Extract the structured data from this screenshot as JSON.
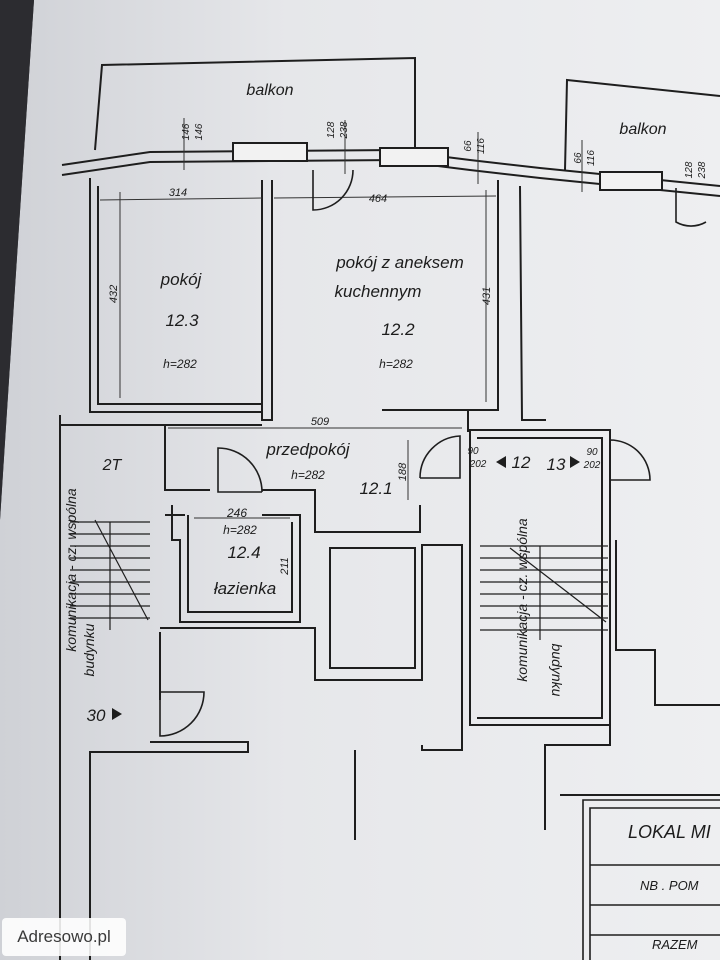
{
  "plan": {
    "balcony_left": "balkon",
    "balcony_right": "balkon",
    "room_12_3": {
      "name": "pokój",
      "number": "12.3",
      "height": "h=282",
      "dim_top": "314",
      "dim_side": "432"
    },
    "room_12_2": {
      "name_line1": "pokój z aneksem",
      "name_line2": "kuchennym",
      "number": "12.2",
      "height": "h=282",
      "dim_top": "464",
      "dim_side": "431"
    },
    "room_12_1": {
      "name": "przedpokój",
      "number": "12.1",
      "height": "h=282",
      "dim_top": "509",
      "dim_side": "188"
    },
    "room_12_4": {
      "name": "łazienka",
      "number": "12.4",
      "height": "h=282",
      "dim_top": "246",
      "dim_side": "211"
    },
    "window_dims": {
      "w1a": "146",
      "w1b": "146",
      "w2a": "128",
      "w2b": "238",
      "w3a": "66",
      "w3b": "116",
      "w4a": "66",
      "w4b": "116",
      "w5a": "128",
      "w5b": "238"
    },
    "door_12": {
      "width": "90",
      "height": "202",
      "label": "12"
    },
    "door_13": {
      "label": "13",
      "width": "90",
      "height": "202"
    },
    "door_30": {
      "label": "30"
    },
    "stair_left_label": "2T",
    "common_left_line1": "komunikacja - cz. wspólna",
    "common_left_line2": "budynku",
    "common_right_line1": "komunikacja - cz. wspólna",
    "common_right_line2": "budynku"
  },
  "title_block": {
    "title": "LOKAL MI",
    "row1": "NB . POM",
    "row2": "RAZEM"
  },
  "watermark": "Adresowo.pl"
}
